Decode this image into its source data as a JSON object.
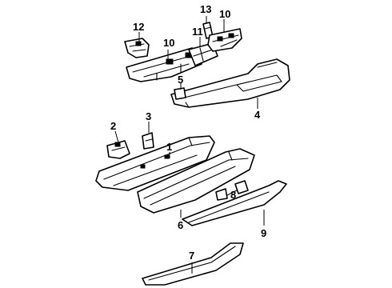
{
  "callouts": [
    {
      "id": "1",
      "label": "1"
    },
    {
      "id": "2",
      "label": "2"
    },
    {
      "id": "3",
      "label": "3"
    },
    {
      "id": "4",
      "label": "4"
    },
    {
      "id": "5",
      "label": "5"
    },
    {
      "id": "6",
      "label": "6"
    },
    {
      "id": "7",
      "label": "7"
    },
    {
      "id": "8",
      "label": "8"
    },
    {
      "id": "9",
      "label": "9"
    },
    {
      "id": "10a",
      "label": "10"
    },
    {
      "id": "10b",
      "label": "10"
    },
    {
      "id": "11",
      "label": "11"
    },
    {
      "id": "12",
      "label": "12"
    },
    {
      "id": "13",
      "label": "13"
    }
  ]
}
